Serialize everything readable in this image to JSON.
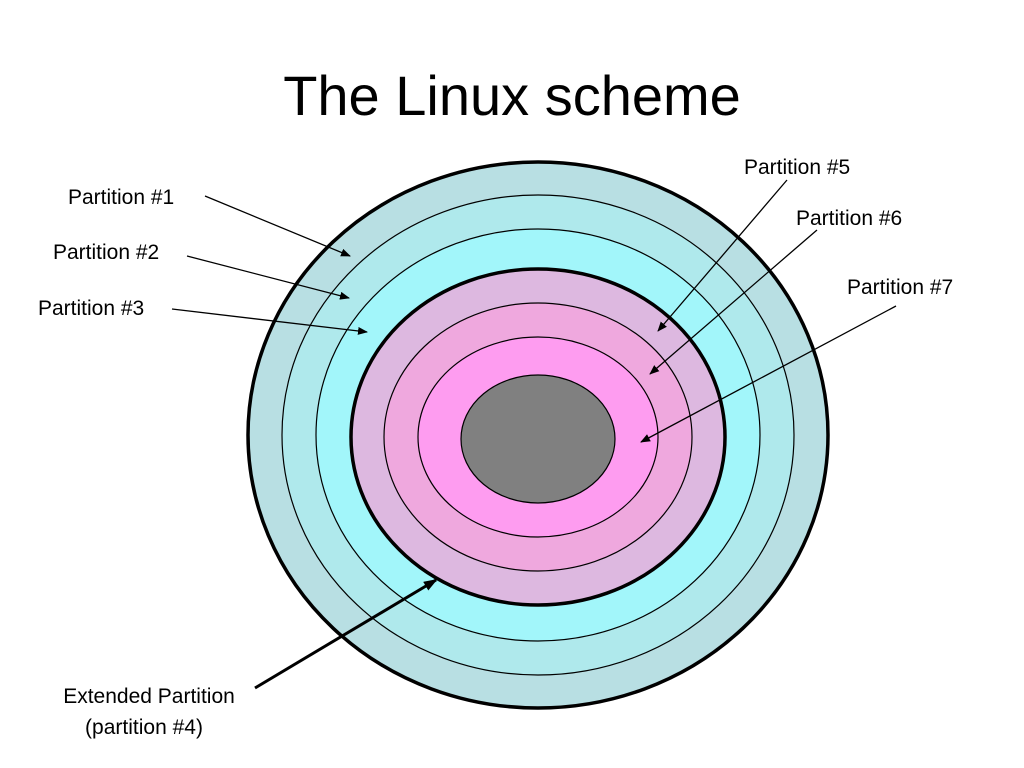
{
  "slide": {
    "title": "The Linux scheme"
  },
  "colors": {
    "partition_1": "#b8dfe3",
    "partition_2": "#afe9ec",
    "partition_3": "#a2f6fa",
    "partition_5": "#ddb8e0",
    "partition_6": "#efa8de",
    "partition_7": "#fe9cf0",
    "hub": "#808080",
    "outline": "#000000"
  },
  "labels": {
    "partition_1": "Partition #1",
    "partition_2": "Partition #2",
    "partition_3": "Partition #3",
    "partition_5": "Partition #5",
    "partition_6": "Partition #6",
    "partition_7": "Partition #7",
    "extended_line1": "Extended Partition",
    "extended_line2": "(partition #4)"
  }
}
